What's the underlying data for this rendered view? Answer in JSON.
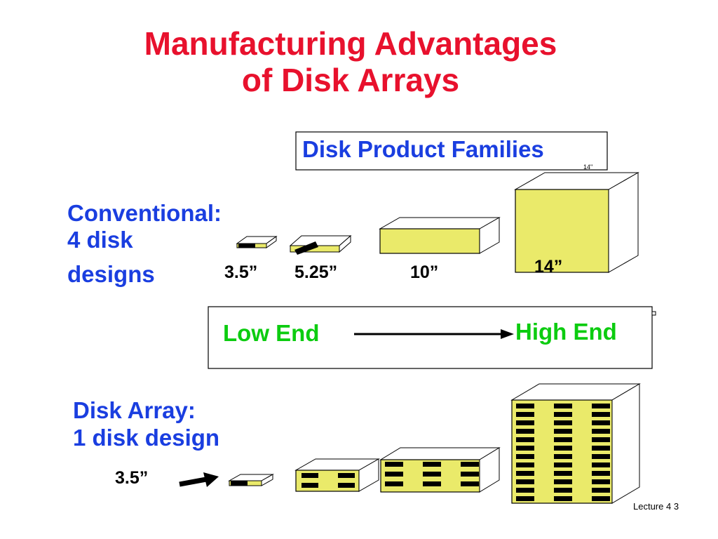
{
  "slide": {
    "title_line1": "Manufacturing Advantages",
    "title_line2": "of Disk Arrays"
  },
  "product_families": {
    "box_label": "Disk Product Families",
    "tiny_label": "14\"",
    "conventional_line1": "Conventional:",
    "conventional_line2": "4 disk",
    "conventional_line3": "designs",
    "sizes": [
      "3.5”",
      "5.25”",
      "10”",
      "14”"
    ]
  },
  "range": {
    "low_label": "Low End",
    "high_label": "High End"
  },
  "disk_array": {
    "line1": "Disk Array:",
    "line2": "1 disk design",
    "size_label": "3.5”"
  },
  "footer": {
    "lecture_label": "Lecture 4 3"
  },
  "colors": {
    "title": "#e8112d",
    "text_blue": "#1a3ee0",
    "text_green": "#0ccc10",
    "box_fill": "#eaea6a"
  }
}
